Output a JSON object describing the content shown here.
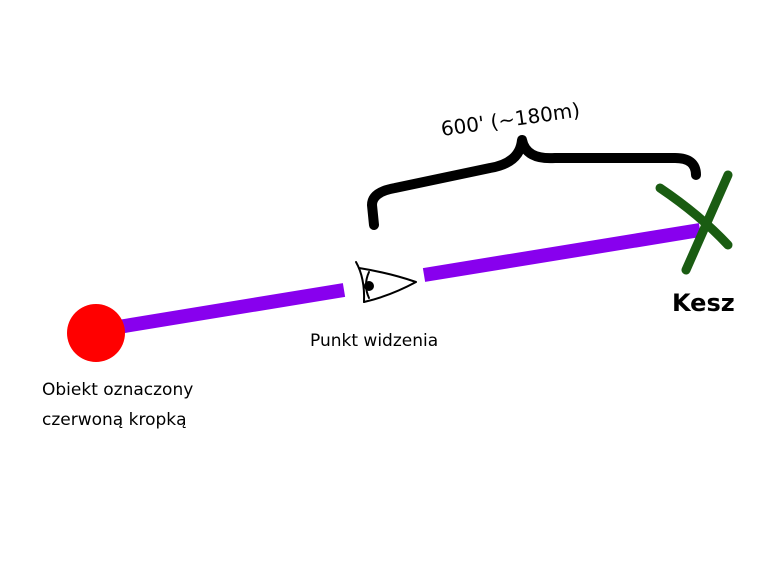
{
  "labels": {
    "distance": "600' (~180m)",
    "viewpoint": "Punkt widzenia",
    "cache": "Kesz",
    "object_line1": "Obiekt oznaczony",
    "object_line2": "czerwoną kropką"
  },
  "colors": {
    "line": "#8800ee",
    "dot": "#ff0000",
    "x_mark": "#1a5c12",
    "brace": "#000000",
    "text": "#000000"
  },
  "icons": {
    "viewpoint": "eye-icon",
    "cache": "x-mark-icon",
    "object": "red-dot-icon"
  }
}
